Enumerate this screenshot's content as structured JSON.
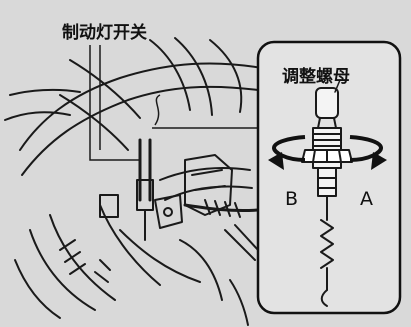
{
  "labels": {
    "brake_light_switch": "制动灯开关",
    "adjusting_nut": "调整螺母",
    "direction_a": "A",
    "direction_b": "B"
  },
  "colors": {
    "background": "#d8d8d8",
    "line": "#1a1a1a",
    "inset_fill": "#e2e2e2"
  }
}
